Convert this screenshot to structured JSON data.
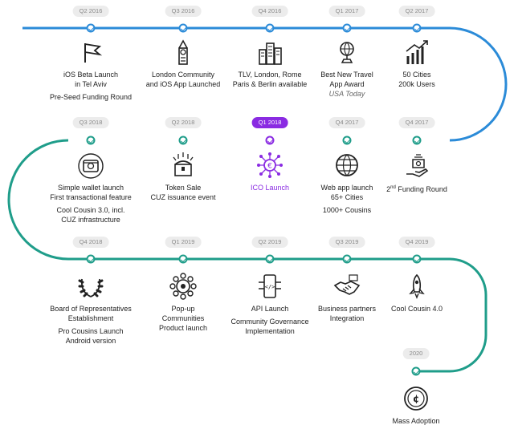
{
  "colors": {
    "blue": "#2b8bd8",
    "teal": "#1f9d8a",
    "purple": "#8a2be2"
  },
  "row1": [
    {
      "date": "Q2 2016",
      "lines": [
        "iOS Beta Launch",
        "in Tel Aviv"
      ],
      "extra": [
        "Pre-Seed Funding Round"
      ],
      "icon": "flag-icon"
    },
    {
      "date": "Q3 2016",
      "lines": [
        "London Community",
        "and iOS App Launched"
      ],
      "extra": [],
      "icon": "big-ben-icon"
    },
    {
      "date": "Q4 2016",
      "lines": [
        "TLV, London, Rome",
        "Paris & Berlin available"
      ],
      "extra": [],
      "icon": "city-buildings-icon"
    },
    {
      "date": "Q1 2017",
      "lines": [
        "Best New Travel",
        "App Award"
      ],
      "sub": "USA Today",
      "extra": [],
      "icon": "globe-trophy-icon"
    },
    {
      "date": "Q2 2017",
      "lines": [
        "50 Cities",
        "200k Users"
      ],
      "extra": [],
      "icon": "growth-chart-icon"
    }
  ],
  "row2": [
    {
      "date": "Q3 2018",
      "lines": [
        "Simple wallet launch",
        "First transactional feature"
      ],
      "extra": [
        "Cool Cousin 3.0, incl.",
        "CUZ infrastructure"
      ],
      "icon": "wallet-icon"
    },
    {
      "date": "Q2 2018",
      "lines": [
        "Token Sale",
        "CUZ issuance event"
      ],
      "extra": [],
      "icon": "treasure-chest-icon"
    },
    {
      "date": "Q1 2018",
      "lines": [
        "ICO Launch"
      ],
      "extra": [],
      "icon": "network-coin-icon",
      "active": true
    },
    {
      "date": "Q4 2017",
      "lines": [
        "Web app launch",
        "65+ Cities"
      ],
      "extra": [
        "1000+ Cousins"
      ],
      "icon": "web-globe-icon"
    },
    {
      "date": "Q4 2017",
      "lines_sup": {
        "pre": "2",
        "sup": "nd",
        "post": " Funding Round"
      },
      "lines": [],
      "extra": [],
      "icon": "funding-hand-icon"
    }
  ],
  "row3": [
    {
      "date": "Q4 2018",
      "lines": [
        "Board of Representatives",
        "Establishment"
      ],
      "extra": [
        "Pro Cousins Launch",
        "Android version"
      ],
      "icon": "laurel-icon"
    },
    {
      "date": "Q1 2019",
      "lines": [
        "Pop-up",
        "Communities",
        "Product launch"
      ],
      "extra": [],
      "icon": "community-circle-icon"
    },
    {
      "date": "Q2 2019",
      "lines": [
        "API Launch"
      ],
      "extra": [
        "Community Governance",
        "Implementation"
      ],
      "icon": "api-phone-icon"
    },
    {
      "date": "Q3 2019",
      "lines": [
        "Business partners",
        "Integration"
      ],
      "extra": [],
      "icon": "handshake-icon"
    },
    {
      "date": "Q4 2019",
      "lines": [
        "Cool Cousin 4.0"
      ],
      "extra": [],
      "icon": "rocket-icon"
    }
  ],
  "final": {
    "date": "2020",
    "lines": [
      "Mass Adoption"
    ],
    "icon": "coin-badge-icon"
  }
}
